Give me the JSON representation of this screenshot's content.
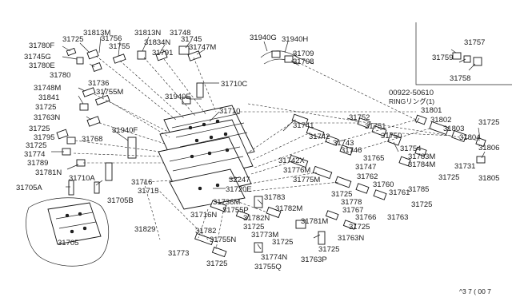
{
  "part_numbers": [
    {
      "id": "p31780f",
      "text": "31780F"
    },
    {
      "id": "p31725a",
      "text": "31725"
    },
    {
      "id": "p31813m",
      "text": "31813M"
    },
    {
      "id": "p31756",
      "text": "31756"
    },
    {
      "id": "p31755",
      "text": "31755"
    },
    {
      "id": "p31813n",
      "text": "31813N"
    },
    {
      "id": "p31834n",
      "text": "31834N"
    },
    {
      "id": "p31748",
      "text": "31748"
    },
    {
      "id": "p31745",
      "text": "31745"
    },
    {
      "id": "p31747m",
      "text": "31747M"
    },
    {
      "id": "p31791",
      "text": "31791"
    },
    {
      "id": "p31745g",
      "text": "31745G"
    },
    {
      "id": "p31780e",
      "text": "31780E"
    },
    {
      "id": "p31780",
      "text": "31780"
    },
    {
      "id": "p31748m",
      "text": "31748M"
    },
    {
      "id": "p31736",
      "text": "31736"
    },
    {
      "id": "p31755m",
      "text": "31755M"
    },
    {
      "id": "p31841",
      "text": "31841"
    },
    {
      "id": "p31940g",
      "text": "31940G"
    },
    {
      "id": "p31940h",
      "text": "31940H"
    },
    {
      "id": "p31709",
      "text": "31709"
    },
    {
      "id": "p31708",
      "text": "31708"
    },
    {
      "id": "p31710c",
      "text": "31710C"
    },
    {
      "id": "p31940e",
      "text": "31940E"
    },
    {
      "id": "p31710",
      "text": "31710"
    },
    {
      "id": "p31725b",
      "text": "31725"
    },
    {
      "id": "p31763n",
      "text": "31763N"
    },
    {
      "id": "p31940f",
      "text": "31940F"
    },
    {
      "id": "p31768",
      "text": "31768"
    },
    {
      "id": "p31725c",
      "text": "31725"
    },
    {
      "id": "p31795",
      "text": "31795"
    },
    {
      "id": "p31725d",
      "text": "31725"
    },
    {
      "id": "p31774",
      "text": "31774"
    },
    {
      "id": "p31789",
      "text": "31789"
    },
    {
      "id": "p31781n",
      "text": "31781N"
    },
    {
      "id": "p31710a",
      "text": "31710A"
    },
    {
      "id": "p31705a",
      "text": "31705A"
    },
    {
      "id": "p31705b",
      "text": "31705B"
    },
    {
      "id": "p31705",
      "text": "31705"
    },
    {
      "id": "p31716",
      "text": "31716"
    },
    {
      "id": "p31715",
      "text": "31715"
    },
    {
      "id": "p31716n",
      "text": "31716N"
    },
    {
      "id": "p31829",
      "text": "31829"
    },
    {
      "id": "p32247",
      "text": "32247"
    },
    {
      "id": "p31720e",
      "text": "31720E"
    },
    {
      "id": "p31741",
      "text": "31741"
    },
    {
      "id": "p31742",
      "text": "31742"
    },
    {
      "id": "p31743",
      "text": "31743"
    },
    {
      "id": "p31752",
      "text": "31752"
    },
    {
      "id": "p31751",
      "text": "31751"
    },
    {
      "id": "p31750",
      "text": "31750"
    },
    {
      "id": "p31746",
      "text": "31746"
    },
    {
      "id": "p31765",
      "text": "31765"
    },
    {
      "id": "p31747",
      "text": "31747"
    },
    {
      "id": "p31742x",
      "text": "31742X"
    },
    {
      "id": "p31776m",
      "text": "31776M"
    },
    {
      "id": "p31775m",
      "text": "31775M"
    },
    {
      "id": "p31762",
      "text": "31762"
    },
    {
      "id": "p31760",
      "text": "31760"
    },
    {
      "id": "p31761",
      "text": "31761"
    },
    {
      "id": "p31725e",
      "text": "31725"
    },
    {
      "id": "p31778",
      "text": "31778"
    },
    {
      "id": "p31767",
      "text": "31767"
    },
    {
      "id": "p31766",
      "text": "31766"
    },
    {
      "id": "p31763",
      "text": "31763"
    },
    {
      "id": "p31725f",
      "text": "31725"
    },
    {
      "id": "p31725g",
      "text": "31725"
    },
    {
      "id": "p31736m",
      "text": "31736M"
    },
    {
      "id": "p31783",
      "text": "31783"
    },
    {
      "id": "p31755p",
      "text": "31755P"
    },
    {
      "id": "p31782m",
      "text": "31782M"
    },
    {
      "id": "p31782n",
      "text": "31782N"
    },
    {
      "id": "p31725h",
      "text": "31725"
    },
    {
      "id": "p31781m",
      "text": "31781M"
    },
    {
      "id": "p31773m",
      "text": "31773M"
    },
    {
      "id": "p31782",
      "text": "31782"
    },
    {
      "id": "p31755n",
      "text": "31755N"
    },
    {
      "id": "p31725i",
      "text": "31725"
    },
    {
      "id": "p31763n2",
      "text": "31763N"
    },
    {
      "id": "p31773",
      "text": "31773"
    },
    {
      "id": "p31774n",
      "text": "31774N"
    },
    {
      "id": "p31763p",
      "text": "31763P"
    },
    {
      "id": "p31725j",
      "text": "31725"
    },
    {
      "id": "p31725k",
      "text": "31725"
    },
    {
      "id": "p31755q",
      "text": "31755Q"
    },
    {
      "id": "p31757",
      "text": "31757"
    },
    {
      "id": "p31759",
      "text": "31759"
    },
    {
      "id": "p31758",
      "text": "31758"
    },
    {
      "id": "p00922",
      "text": "00922-50610"
    },
    {
      "id": "pring",
      "text": "RINGリング(1)"
    },
    {
      "id": "p31801",
      "text": "31801"
    },
    {
      "id": "p31802",
      "text": "31802"
    },
    {
      "id": "p31803",
      "text": "31803"
    },
    {
      "id": "p31725l",
      "text": "31725"
    },
    {
      "id": "p31804",
      "text": "31804"
    },
    {
      "id": "p31754",
      "text": "31754"
    },
    {
      "id": "p31783m",
      "text": "31783M"
    },
    {
      "id": "p31784m",
      "text": "31784M"
    },
    {
      "id": "p31731",
      "text": "31731"
    },
    {
      "id": "p31806",
      "text": "31806"
    },
    {
      "id": "p31725m",
      "text": "31725"
    },
    {
      "id": "p31785",
      "text": "31785"
    },
    {
      "id": "p31805",
      "text": "31805"
    }
  ],
  "footer_code": "^3 7 ( 00 7"
}
